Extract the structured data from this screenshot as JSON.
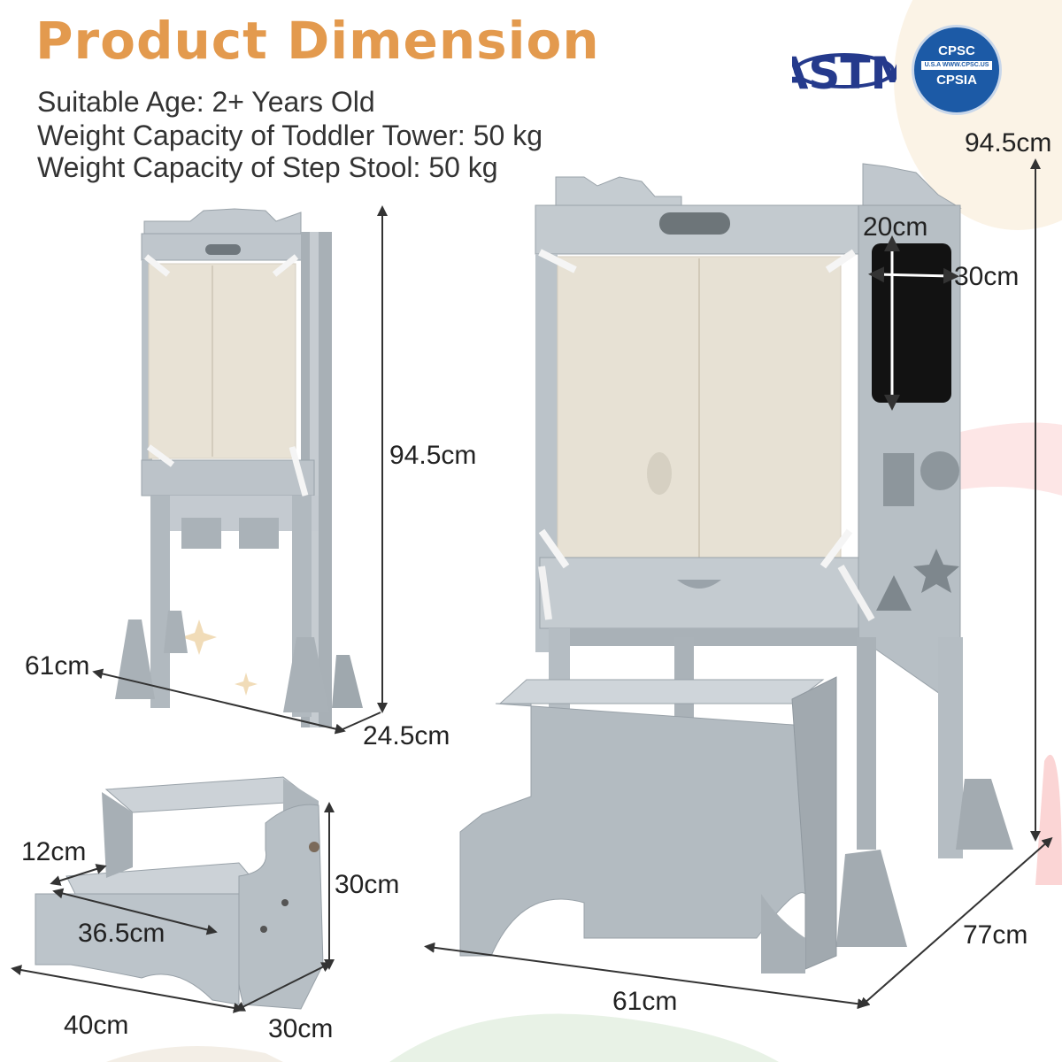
{
  "header": {
    "title": "Product Dimension"
  },
  "specs": [
    "Suitable Age: 2+ Years Old",
    "Weight Capacity of Toddler Tower: 50 kg",
    "Weight Capacity of Step Stool: 50 kg"
  ],
  "certifications": {
    "astm_logo_text": "ASTM",
    "cpsc_top": "CPSC",
    "cpsc_url": "U.S.A WWW.CPSC.US",
    "cpsc_bottom": "CPSIA"
  },
  "dimensions": {
    "folded_height": "94.5cm",
    "folded_width": "61cm",
    "folded_depth": "24.5cm",
    "tower_height": "94.5cm",
    "board_width": "20cm",
    "board_height": "30cm",
    "tower_width": "61cm",
    "tower_depth": "77cm",
    "stool_step_depth": "12cm",
    "stool_step_width": "36.5cm",
    "stool_height": "30cm",
    "stool_width": "40cm",
    "stool_depth": "30cm"
  },
  "colors": {
    "title": "#e39a4e",
    "wood": "#b6bec4",
    "wood_dark": "#8f989f",
    "mesh": "#e7e1d4",
    "chalkboard": "#121212",
    "astm_blue": "#253a8c",
    "cpsc_blue": "#1c5aa6"
  }
}
